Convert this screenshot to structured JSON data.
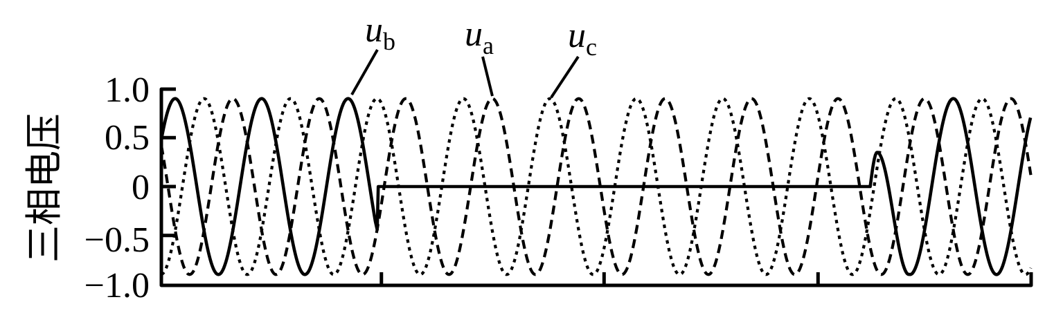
{
  "figure": {
    "background_color": "#ffffff",
    "line_color": "#000000"
  },
  "chart_data": {
    "type": "line",
    "title": "",
    "xlabel": "",
    "ylabel": "三相电压",
    "ylim": [
      -1.0,
      1.0
    ],
    "xlim_note": "no x tick labels shown; 4 unlabeled tick intervals",
    "grid": false,
    "legend_position": "none (leader-line labels above plot)",
    "ytick_values": [
      1.0,
      0.5,
      0,
      -0.5,
      -1.0
    ],
    "ytick_labels": [
      "1.0",
      "0.5",
      "0",
      "−0.5",
      "−1.0"
    ],
    "xtick_fractions": [
      0,
      0.253,
      0.509,
      0.755,
      1.0
    ],
    "xtick_labels": [
      "",
      "",
      "",
      "",
      ""
    ],
    "total_cycles": 10.06,
    "series": [
      {
        "name": "u_a",
        "label_main": "u",
        "label_sub": "a",
        "line_style": "dashed",
        "color": "#000000",
        "amplitude": 0.9,
        "peak_at_cycle": 0.827
      },
      {
        "name": "u_b",
        "label_main": "u",
        "label_sub": "b",
        "line_style": "solid",
        "color": "#000000",
        "amplitude": 0.9,
        "peak_at_cycle": 0.16,
        "has_fault": true
      },
      {
        "name": "u_c",
        "label_main": "u",
        "label_sub": "c",
        "line_style": "dotted",
        "color": "#000000",
        "amplitude": 0.9,
        "peak_at_cycle": 0.494
      }
    ],
    "fault": {
      "phase": "u_b",
      "start_frac": 0.247,
      "end_frac": 0.815,
      "dip_value": -0.44,
      "value_during_fault": 0,
      "recovery_peak": 0.35
    }
  }
}
